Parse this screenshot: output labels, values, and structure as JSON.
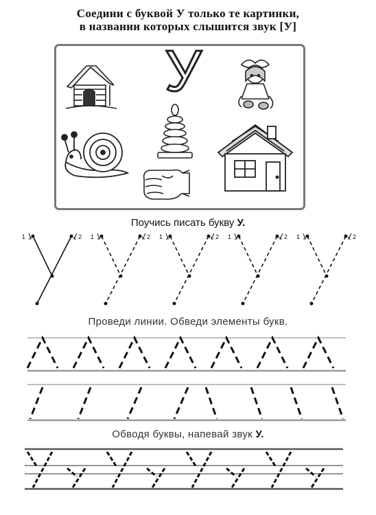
{
  "title": {
    "line1": "Соедини с буквой У только те картинки,",
    "line2": "в названии которых слышится звук [У]"
  },
  "picture_frame": {
    "letter": "У",
    "pictures": [
      "hut-icon",
      "doll-icon",
      "snail-icon",
      "pyramid-toy-icon",
      "fist-icon",
      "house-icon"
    ]
  },
  "section_write": {
    "text": "Поучись писать букву ",
    "letter": "У.",
    "stroke_order_labels": [
      "1",
      "2"
    ],
    "repetitions": 5
  },
  "section_lines": {
    "text": "Проведи линии. Обведи элементы букв."
  },
  "section_letters": {
    "text": "Обводя буквы, напевай звук ",
    "letter": "У."
  },
  "colors": {
    "ink": "#111111",
    "frame": "#777777",
    "rule": "#999999"
  }
}
